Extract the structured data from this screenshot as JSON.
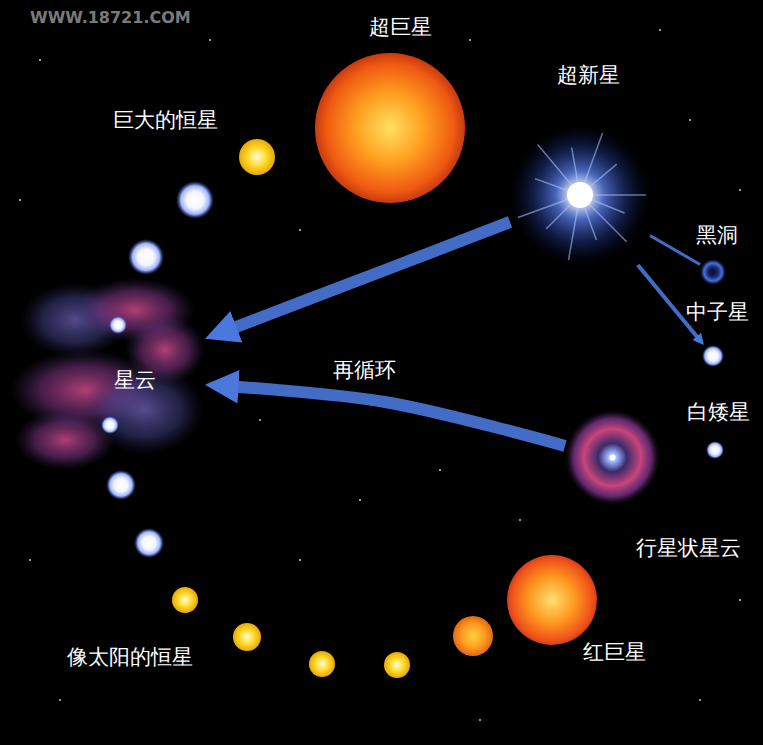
{
  "diagram": {
    "nodes": [
      {
        "text": [
          "超巨星"
        ]
      },
      {
        "text": [
          "超新星"
        ]
      },
      {
        "text": [
          "巨大的恒星"
        ]
      },
      {
        "text": [
          "黑洞"
        ]
      },
      {
        "text": [
          "中子星"
        ]
      },
      {
        "text": [
          "星云"
        ]
      },
      {
        "text": [
          "白矮星"
        ]
      },
      {
        "text": [
          "行星状星云"
        ]
      },
      {
        "text": [
          "红巨星"
        ]
      },
      {
        "text": [
          "像太阳的恒星"
        ]
      }
    ],
    "edges": [
      {
        "from": 1,
        "to": 5,
        "arrow": "to",
        "label": "再循环"
      },
      {
        "from": 7,
        "to": 5,
        "arrow": "to"
      },
      {
        "from": 1,
        "to": 3,
        "arrow": "none"
      },
      {
        "from": 1,
        "to": 4,
        "arrow": "to"
      }
    ],
    "labels": [
      "WWW.18721.COM"
    ]
  }
}
